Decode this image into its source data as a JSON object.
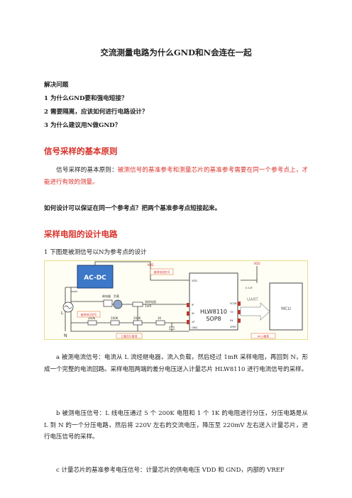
{
  "doc": {
    "title": "交流测量电路为什么GND和N会连在一起",
    "problems_heading": "解决问题",
    "problems": [
      "1 为什么GND要和强电短接？",
      "2 需要隔离，应该如何进行电路设计？",
      "3 为什么建议用N做GND？"
    ],
    "section1": {
      "heading": "信号采样的基本原则",
      "para_lead": "信号采样的基本原则：",
      "para_red": "被测信号的基准参考和测量芯片的基准参考需要在同一个参考点上，才能进行有效的测量。",
      "line2": "如何设计可以保证在同一个参考点？把两个基准参考点短接起来。"
    },
    "section2": {
      "heading": "采样电阻的设计电路",
      "caption": "1 下图是被测信号以N为参考点的设计",
      "para_a": "a 被测电流信号：电流从 L 流经继电器，流入负载，然后经过 1mR 采样电阻，再回到 N，形成一个完整的电流回路。采样电阻两端的差分电压送入计量芯片 HLW8110 进行电流信号的采样。",
      "para_b": "b 被测电压信号：L 线电压通过 5 个 200K 电阻和 1 个 1K 的电阻进行分压，分压电路是从 L 到 N 的一个分压电路，然后将 220V 左右的交流电压，降压至 220mV 左右送入计量芯片，进行电压信号的采样。",
      "para_c": "c 计量芯片的基准参考电压信号：计量芯片的供电电压 VDD 和 GND，内部的 VREF"
    },
    "circuit": {
      "acdc": "AC-DC",
      "chip_line1": "HLW8110",
      "chip_line2": "SOP8",
      "uart": "UART",
      "mcu": "MCU",
      "lbl_L": "L",
      "lbl_N": "N",
      "lbl_relay": "继电器",
      "lbl_load": "负载",
      "lbl_sense": "采样电阻",
      "lbl_sense_val": "1mR",
      "lbl_res1": "200K",
      "lbl_res2": "200K",
      "lbl_res3": "200K",
      "lbl_res4": "1K",
      "lbl_vcc1": "VDD",
      "lbl_vcc2": "VDD",
      "lbl_cap": "0.1uF",
      "tag1": "被测电流信号",
      "tag2": "被测电压信号",
      "tag3": "计量芯片基准",
      "tag4": "MCU基准",
      "pins_left": [
        "VDD",
        "IP",
        "IN",
        "VP",
        "GND"
      ],
      "pins_right": [
        "SCSN",
        "TX",
        "RX",
        "VREF"
      ]
    }
  }
}
